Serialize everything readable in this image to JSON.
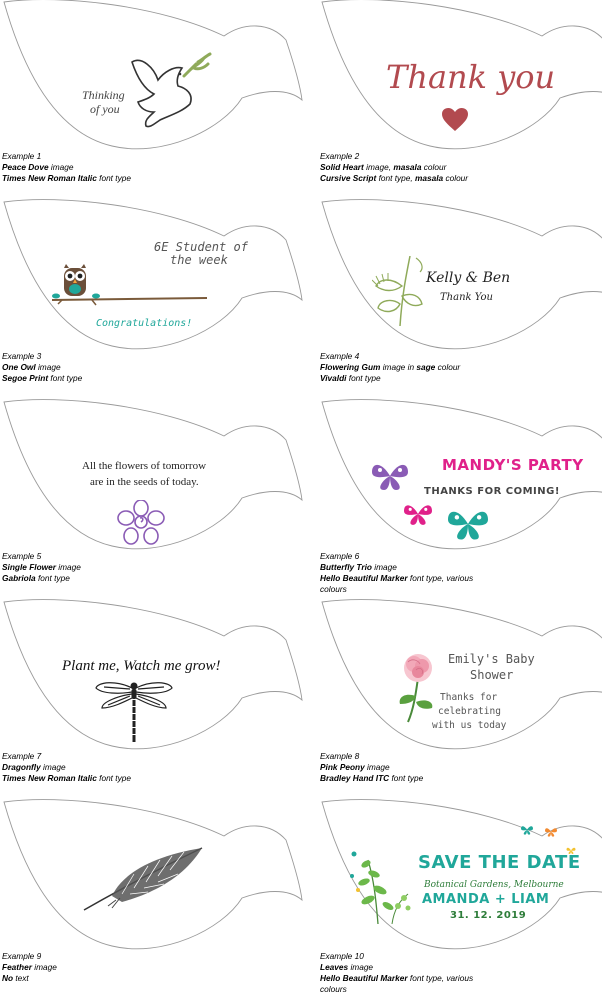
{
  "colors": {
    "masala": "#b24a4f",
    "sage": "#8faa5a",
    "teal": "#20a79a",
    "magenta": "#e0218a",
    "purple": "#8a5bb5",
    "gray_text": "#555555",
    "outline": "#9a9a9a"
  },
  "examples": [
    {
      "number": "Example 1",
      "image_name": "Peace Dove",
      "image_label": " image",
      "font_name": "Times New Roman Italic",
      "font_label": " font type",
      "message": [
        "Thinking",
        "of you"
      ],
      "icon": "dove-icon"
    },
    {
      "number": "Example 2",
      "image_name": "Solid Heart",
      "image_label": " image, ",
      "image_extra_bold": "masala",
      "image_extra": " colour",
      "font_name": "Cursive Script",
      "font_label": " font type, ",
      "font_extra_bold": "masala",
      "font_extra": " colour",
      "message": [
        "Thank you"
      ],
      "icon": "heart-icon"
    },
    {
      "number": "Example 3",
      "image_name": "One Owl",
      "image_label": " image",
      "font_name": "Segoe Print",
      "font_label": " font type",
      "message": [
        "6E Student of",
        "the week",
        "Congratulations!"
      ],
      "icon": "owl-icon"
    },
    {
      "number": "Example 4",
      "image_name": "Flowering Gum",
      "image_label": " image in ",
      "image_extra_bold": "sage",
      "image_extra": " colour",
      "font_name": "Vivaldi",
      "font_label": " font type",
      "message": [
        "Kelly & Ben",
        "Thank You"
      ],
      "icon": "flowering-gum-icon"
    },
    {
      "number": "Example 5",
      "image_name": "Single Flower",
      "image_label": " image",
      "font_name": "Gabriola",
      "font_label": " font type",
      "message": [
        "All the flowers of tomorrow",
        "are in the seeds of today."
      ],
      "icon": "flower-icon"
    },
    {
      "number": "Example 6",
      "image_name": "Butterfly Trio",
      "image_label": " image",
      "font_name": "Hello Beautiful Marker",
      "font_label": " font type, various",
      "font_line2": "colours",
      "message": [
        "MANDY'S PARTY",
        "THANKS FOR COMING!"
      ],
      "icon": "butterfly-icon"
    },
    {
      "number": "Example 7",
      "image_name": "Dragonfly",
      "image_label": " image",
      "font_name": "Times New Roman Italic",
      "font_label": " font type",
      "message": [
        "Plant me, Watch me grow!"
      ],
      "icon": "dragonfly-icon"
    },
    {
      "number": "Example 8",
      "image_name": "Pink Peony",
      "image_label": " image",
      "font_name": "Bradley Hand ITC",
      "font_label": " font type",
      "message": [
        "Emily's Baby",
        "Shower",
        "Thanks for",
        "celebrating",
        "with us today"
      ],
      "icon": "peony-icon"
    },
    {
      "number": "Example 9",
      "image_name": "Feather",
      "image_label": " image",
      "font_name": "No",
      "font_label": " text",
      "message": [],
      "icon": "feather-icon"
    },
    {
      "number": "Example 10",
      "image_name": "Leaves",
      "image_label": " image",
      "font_name": "Hello Beautiful Marker",
      "font_label": " font type, various",
      "font_line2": "colours",
      "message": [
        "SAVE THE DATE",
        "Botanical Gardens, Melbourne",
        "AMANDA + LIAM",
        "31. 12. 2019"
      ],
      "icon": "leaves-icon"
    }
  ]
}
